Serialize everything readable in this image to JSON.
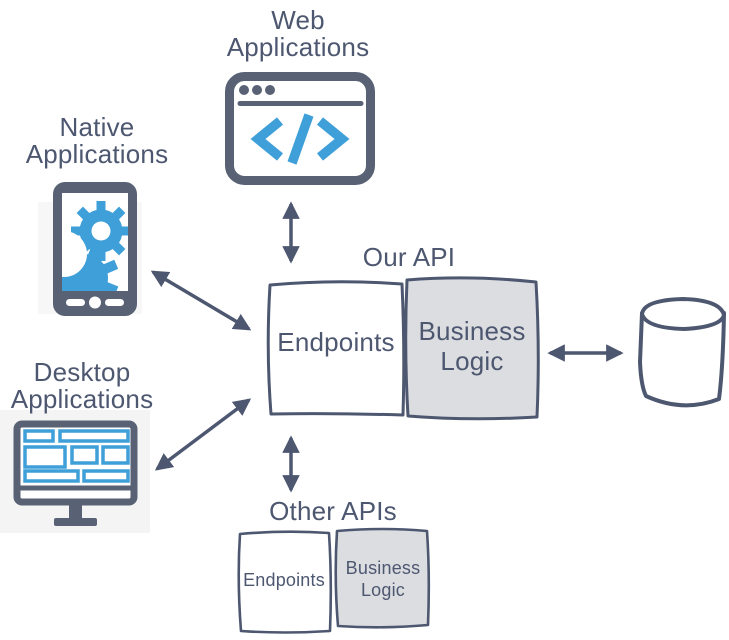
{
  "diagram": {
    "description": "API architecture diagram: client applications connect to Our API (Endpoints + Business Logic), which connects to a database and to Other APIs",
    "colors": {
      "slate": "#4d5770",
      "icon_slate": "#586274",
      "blue": "#3f9fd8",
      "panel_fill": "#dcdde1",
      "icon_backdrop": "#f4f4f5"
    },
    "nodes": {
      "web_apps": {
        "line1": "Web",
        "line2": "Applications",
        "icon": "browser-code-icon"
      },
      "native_apps": {
        "line1": "Native",
        "line2": "Applications",
        "icon": "smartphone-gears-icon"
      },
      "desktop_apps": {
        "line1": "Desktop",
        "line2": "Applications",
        "icon": "desktop-monitor-icon"
      },
      "our_api": {
        "title": "Our API",
        "left_panel": "Endpoints",
        "right_panel_line1": "Business",
        "right_panel_line2": "Logic"
      },
      "other_apis": {
        "title": "Other APIs",
        "left_panel": "Endpoints",
        "right_panel_line1": "Business",
        "right_panel_line2": "Logic"
      },
      "database": {
        "icon": "database-cylinder-icon"
      }
    },
    "connections": [
      {
        "from": "web_apps",
        "to": "our_api",
        "bidirectional": true
      },
      {
        "from": "native_apps",
        "to": "our_api",
        "bidirectional": true
      },
      {
        "from": "desktop_apps",
        "to": "our_api",
        "bidirectional": true
      },
      {
        "from": "our_api",
        "to": "database",
        "bidirectional": true
      },
      {
        "from": "our_api",
        "to": "other_apis",
        "bidirectional": true
      }
    ]
  }
}
